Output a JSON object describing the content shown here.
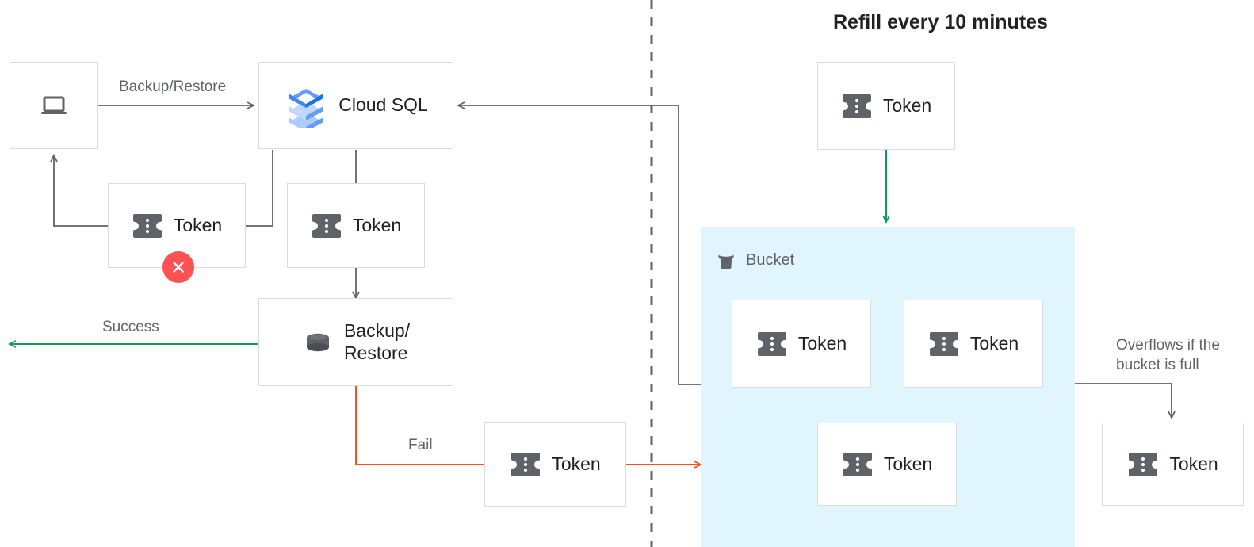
{
  "diagram": {
    "title": "Refill every 10 minutes",
    "divider": "dashed-vertical-divider",
    "bucket_caption": "Bucket",
    "colors": {
      "token_icon": "#5f6368",
      "error_red": "#ff5252",
      "fail_red": "#f4511e",
      "success_green": "#0f9d58",
      "arrow_gray": "#5f6368",
      "box_border": "#dadce0",
      "bucket_fill": "#e1f5fe",
      "cloudsql_blue": "#4285f4",
      "text_primary": "#202124",
      "text_secondary": "#5f6368"
    }
  },
  "nodes": {
    "laptop": {
      "label": "",
      "icon": "laptop-icon"
    },
    "cloud_sql": {
      "label": "Cloud SQL",
      "icon": "cloud-sql-icon"
    },
    "token_failed": {
      "label": "Token",
      "icon": "token-icon",
      "badge": "error-x-icon"
    },
    "token_consumed": {
      "label": "Token",
      "icon": "token-icon"
    },
    "backup_restore": {
      "label": "Backup/\nRestore",
      "icon": "database-icon"
    },
    "token_fail_path": {
      "label": "Token",
      "icon": "token-icon"
    },
    "token_refill": {
      "label": "Token",
      "icon": "token-icon"
    },
    "token_bucket_1": {
      "label": "Token",
      "icon": "token-icon"
    },
    "token_bucket_2": {
      "label": "Token",
      "icon": "token-icon"
    },
    "token_bucket_3": {
      "label": "Token",
      "icon": "token-icon"
    },
    "token_overflow": {
      "label": "Token",
      "icon": "token-icon"
    }
  },
  "edges": {
    "backup_restore_label": "Backup/Restore",
    "success_label": "Success",
    "fail_label": "Fail",
    "overflow_label": "Overflows if the\nbucket is full"
  }
}
